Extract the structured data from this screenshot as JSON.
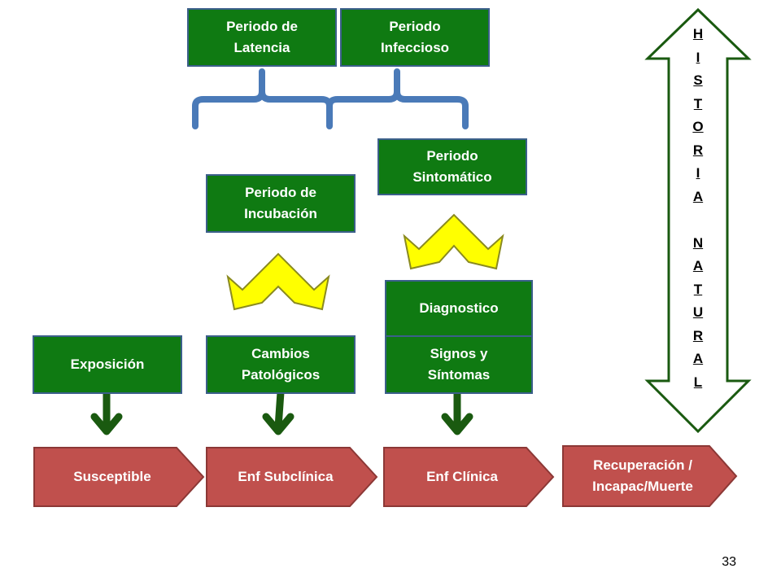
{
  "top_boxes": {
    "latencia": "Periodo de Latencia",
    "infeccioso": "Periodo Infeccioso"
  },
  "periods": {
    "incubacion": "Periodo de Incubación",
    "sintomatico": "Periodo Sintomático"
  },
  "middle_boxes": {
    "diagnostico": "Diagnostico",
    "exposicion": "Exposición",
    "cambios": "Cambios Patológicos",
    "signos": "Signos y Síntomas"
  },
  "stages": {
    "susceptible": "Susceptible",
    "subclinica": "Enf Subclínica",
    "clinica": "Enf Clínica",
    "recuperacion": "Recuperación / Incapac/Muerte"
  },
  "side_arrow": {
    "letters": [
      "H",
      "I",
      "S",
      "T",
      "O",
      "R",
      "I",
      "A",
      "",
      "N",
      "A",
      "T",
      "U",
      "R",
      "A",
      "L"
    ]
  },
  "page_number": "33",
  "colors": {
    "green_box": "#0f7a12",
    "box_border": "#3b5f8a",
    "brace": "#4a7ab8",
    "chevron_fill": "#ffff00",
    "chevron_stroke": "#8a8a20",
    "arrow_dark": "#1a5a10",
    "stage_fill": "#c0504d",
    "stage_stroke": "#8c3836"
  }
}
